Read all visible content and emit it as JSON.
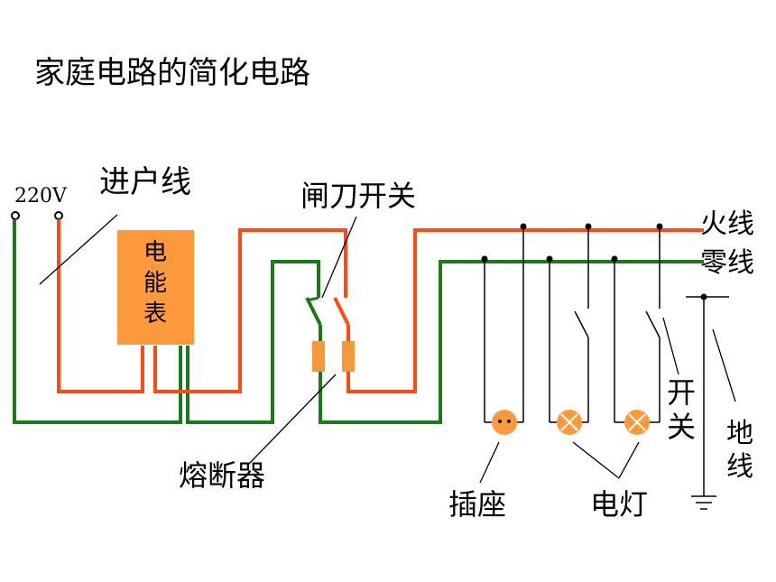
{
  "title": "家庭电路的简化电路",
  "labels": {
    "voltage": "220V",
    "service_line": "进户线",
    "knife_switch": "闸刀开关",
    "live_wire": "火线",
    "neutral_wire": "零线",
    "meter_line1": "电",
    "meter_line2": "能",
    "meter_line3": "表",
    "fuse": "熔断器",
    "socket": "插座",
    "lamp": "电灯",
    "switch_line1": "开",
    "switch_line2": "关",
    "ground_line1": "地",
    "ground_line2": "线"
  },
  "colors": {
    "live": "#ff4a16",
    "neutral": "#1a7a1a",
    "meter_fill": "#ff9a3c",
    "fuse_fill": "#f59a3a",
    "lamp_fill": "#ff9a3c",
    "wire_black": "#000000",
    "label_text": "#000000"
  }
}
